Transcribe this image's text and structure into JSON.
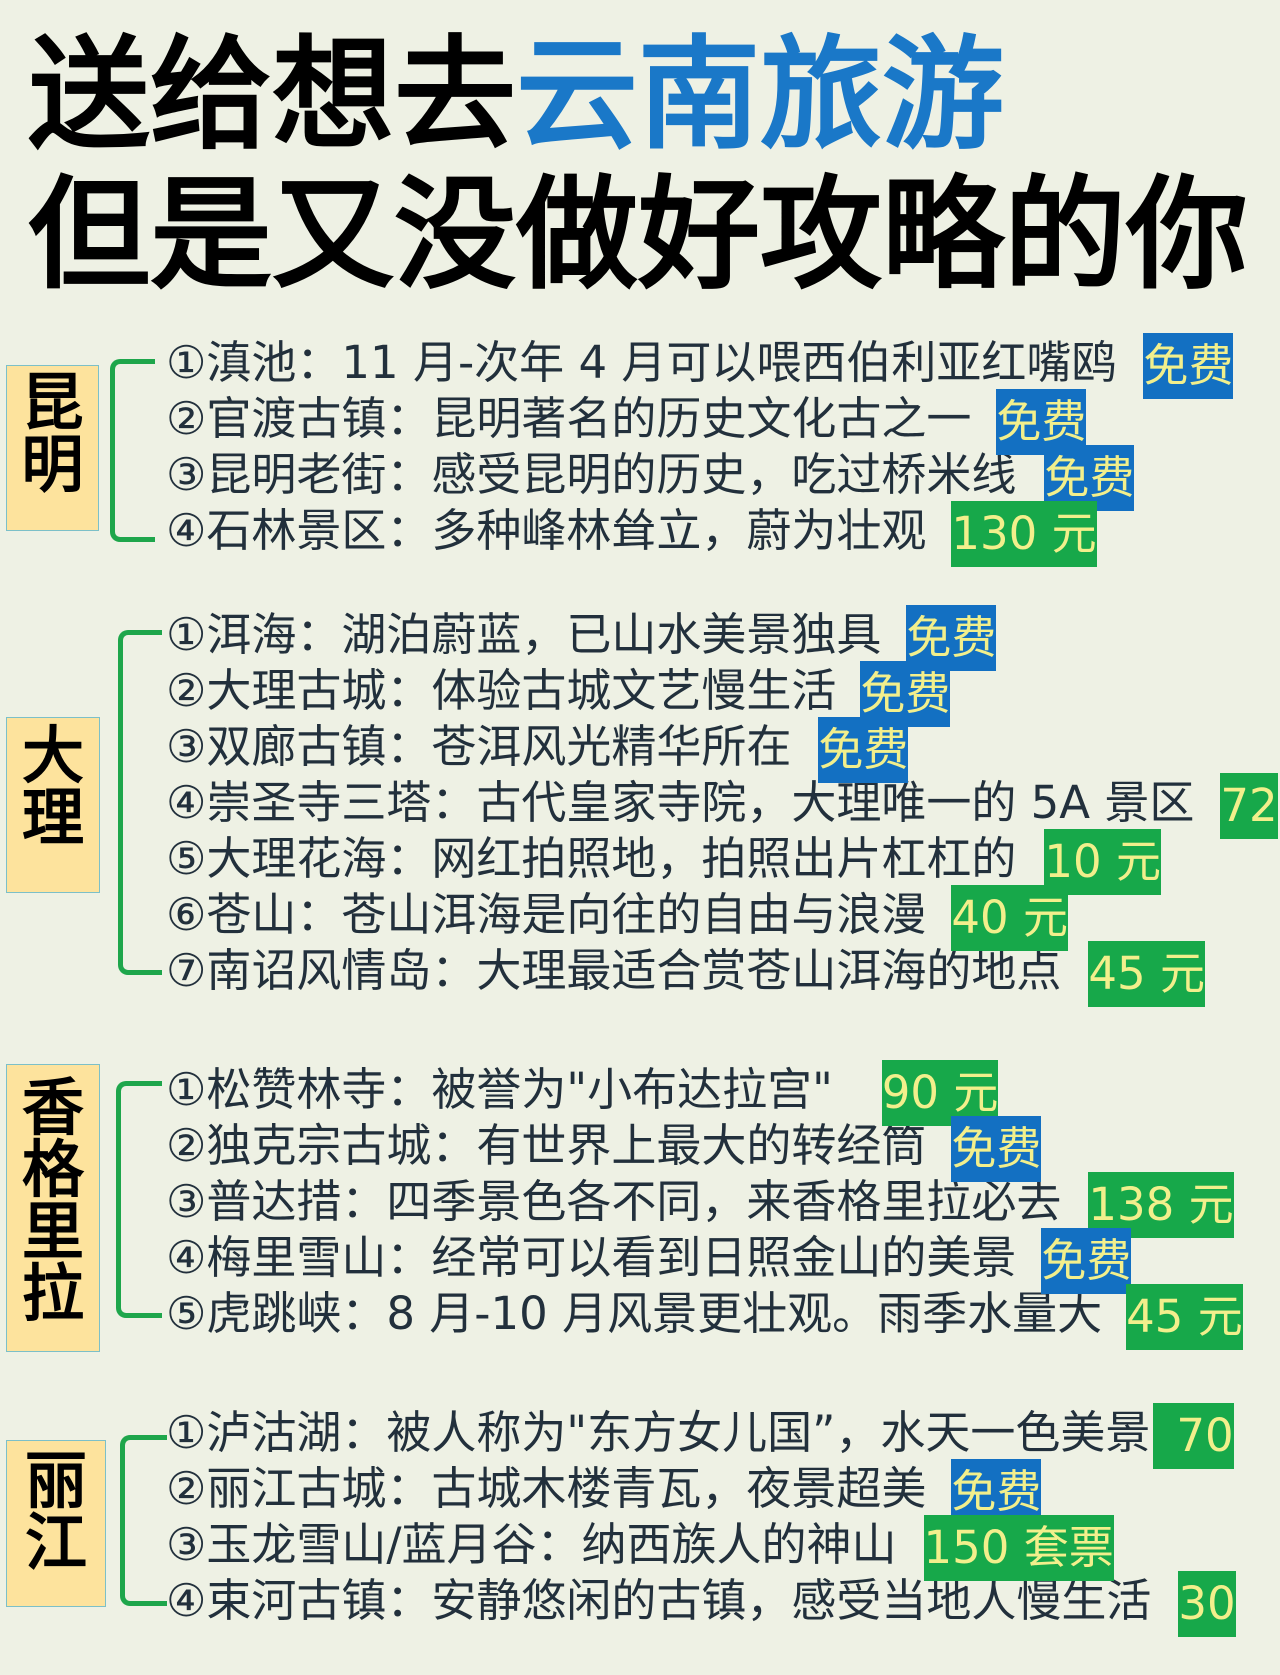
{
  "title": {
    "line1_prefix": "送给想去",
    "line1_highlight": "云南旅游",
    "line2": "但是又没做好攻略的你"
  },
  "separator": "：",
  "colors": {
    "background": "#eef1e4",
    "title_highlight": "#1a78c8",
    "city_box_fill": "#fde39d",
    "bracket": "#1ea64b",
    "free_badge": "#1370c2",
    "paid_badge": "#17a84a",
    "badge_text": "#f2ef8c"
  },
  "sections": [
    {
      "label": "昆明",
      "items": [
        {
          "index": "①",
          "name": "滇池",
          "description": "11 月-次年 4 月可以喂西伯利亚红嘴鸥",
          "price": "免费",
          "type": "free"
        },
        {
          "index": "②",
          "name": "官渡古镇",
          "description": "昆明著名的历史文化古之一",
          "price": "免费",
          "type": "free"
        },
        {
          "index": "③",
          "name": "昆明老街",
          "description": "感受昆明的历史，吃过桥米线",
          "price": "免费",
          "type": "free"
        },
        {
          "index": "④",
          "name": "石林景区",
          "description": "多种峰林耸立，蔚为壮观",
          "price": "130 元",
          "type": "paid"
        }
      ]
    },
    {
      "label": "大理",
      "items": [
        {
          "index": "①",
          "name": "洱海",
          "description": "湖泊蔚蓝，已山水美景独具",
          "price": "免费",
          "type": "free"
        },
        {
          "index": "②",
          "name": "大理古城",
          "description": "体验古城文艺慢生活",
          "price": "免费",
          "type": "free"
        },
        {
          "index": "③",
          "name": "双廊古镇",
          "description": "苍洱风光精华所在",
          "price": "免费",
          "type": "free"
        },
        {
          "index": "④",
          "name": "崇圣寺三塔",
          "description": "古代皇家寺院，大理唯一的 5A 景区",
          "price": "72",
          "type": "paid"
        },
        {
          "index": "⑤",
          "name": "大理花海",
          "description": "网红拍照地，拍照出片杠杠的",
          "price": "10 元",
          "type": "paid"
        },
        {
          "index": "⑥",
          "name": "苍山",
          "description": "苍山洱海是向往的自由与浪漫",
          "price": "40 元",
          "type": "paid"
        },
        {
          "index": "⑦",
          "name": "南诏风情岛",
          "description": "大理最适合赏苍山洱海的地点",
          "price": "45 元",
          "type": "paid"
        }
      ]
    },
    {
      "label": "香格里拉",
      "items": [
        {
          "index": "①",
          "name": "松赞林寺",
          "description": "被誉为\"小布达拉宫\"",
          "price": "90 元",
          "type": "paid"
        },
        {
          "index": "②",
          "name": "独克宗古城",
          "description": "有世界上最大的转经筒",
          "price": "免费",
          "type": "free"
        },
        {
          "index": "③",
          "name": "普达措",
          "description": "四季景色各不同，来香格里拉必去",
          "price": "138 元",
          "type": "paid"
        },
        {
          "index": "④",
          "name": "梅里雪山",
          "description": "经常可以看到日照金山的美景",
          "price": "免费",
          "type": "free"
        },
        {
          "index": "⑤",
          "name": "虎跳峡",
          "description": "8 月-10 月风景更壮观。雨季水量大",
          "price": "45 元",
          "type": "paid"
        }
      ]
    },
    {
      "label": "丽江",
      "items": [
        {
          "index": "①",
          "name": "泸沽湖",
          "description": "被人称为\"东方女儿国”，水天一色美景",
          "price": "70",
          "type": "paid"
        },
        {
          "index": "②",
          "name": "丽江古城",
          "description": "古城木楼青瓦，夜景超美",
          "price": "免费",
          "type": "free"
        },
        {
          "index": "③",
          "name": "玉龙雪山/蓝月谷",
          "description": "纳西族人的神山",
          "price": "150 套票",
          "type": "paid"
        },
        {
          "index": "④",
          "name": "束河古镇",
          "description": "安静悠闲的古镇，感受当地人慢生活",
          "price": "30",
          "type": "paid"
        }
      ]
    }
  ]
}
